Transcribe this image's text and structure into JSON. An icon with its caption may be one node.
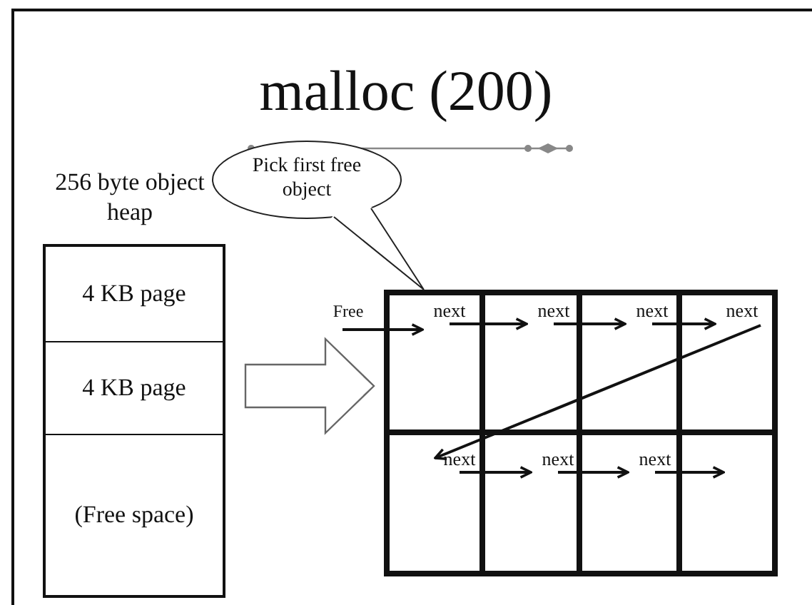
{
  "diagram": {
    "title": "malloc (200)",
    "nodes": [
      {
        "text": [
          "256 byte object heap"
        ]
      },
      {
        "text": [
          "4 KB page"
        ],
        "in": 0
      },
      {
        "text": [
          "4 KB page"
        ],
        "in": 0
      },
      {
        "text": [
          "(Free space)"
        ],
        "in": 0
      },
      {
        "text": [
          "Pick first free object"
        ]
      },
      {
        "text": [],
        "shape": "box"
      },
      {
        "text": [
          "Free"
        ]
      },
      {
        "text": [
          "next"
        ],
        "in": 5
      },
      {
        "text": [
          "next"
        ],
        "in": 5
      },
      {
        "text": [
          "next"
        ],
        "in": 5
      },
      {
        "text": [
          "next"
        ],
        "in": 5
      },
      {
        "text": [
          "next"
        ],
        "in": 5
      },
      {
        "text": [
          "next"
        ],
        "in": 5
      },
      {
        "text": [
          "next"
        ],
        "in": 5
      }
    ],
    "edges": [
      {
        "from": 2,
        "to": 5,
        "arrow": "to",
        "style": "thick"
      },
      {
        "from": 4,
        "to": 5,
        "arrow": "none"
      },
      {
        "from": 6,
        "to": 7,
        "arrow": "to"
      },
      {
        "from": 7,
        "to": 8,
        "arrow": "to"
      },
      {
        "from": 8,
        "to": 9,
        "arrow": "to"
      },
      {
        "from": 9,
        "to": 10,
        "arrow": "to"
      },
      {
        "from": 10,
        "to": 11,
        "arrow": "to"
      },
      {
        "from": 11,
        "to": 12,
        "arrow": "to"
      },
      {
        "from": 12,
        "to": 13,
        "arrow": "to"
      },
      {
        "from": 13,
        "to": null,
        "arrow": "to"
      }
    ]
  }
}
